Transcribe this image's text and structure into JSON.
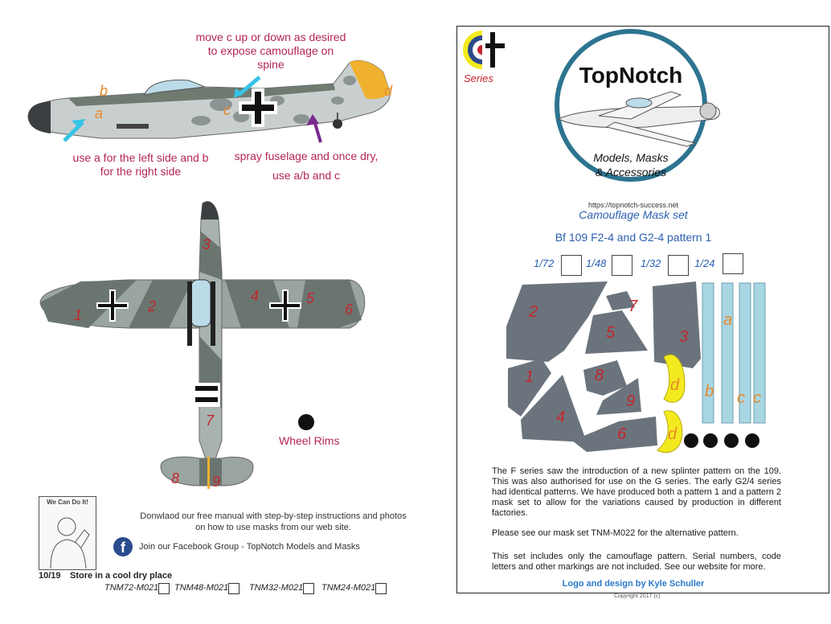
{
  "left": {
    "instructions": {
      "move_c": [
        "move c up or down as desired",
        "to expose camouflage on",
        "spine"
      ],
      "use_ab": [
        "use a for the left side and b",
        "for the right side"
      ],
      "spray": [
        "spray fuselage and once dry,",
        "use a/b and c"
      ]
    },
    "side_labels": {
      "a": "a",
      "b": "b",
      "c": "c",
      "d": "d"
    },
    "top_labels": [
      "1",
      "2",
      "3",
      "4",
      "5",
      "6",
      "7",
      "8",
      "9"
    ],
    "wheel_rims": "Wheel Rims",
    "poster_text": "We Can Do It!",
    "download_text": [
      "Donwlaod our free manual with step-by-step instructions and photos",
      "on how to use masks from our web site."
    ],
    "facebook_text": "Join our Facebook Group - TopNotch Models and Masks",
    "footer": {
      "date": "10/19",
      "store": "Store in a cool dry place"
    },
    "codes": [
      "TNM72-M021",
      "TNM48-M021",
      "TNM32-M021",
      "TNM24-M021"
    ]
  },
  "right": {
    "series": "Series",
    "logo": {
      "name": "TopNotch",
      "tag1": "Models, Masks",
      "tag2": "& Accessories"
    },
    "url": "https://topnotch-success.net",
    "subtitle": "Camouflage Mask set",
    "title": "Bf 109 F2-4 and G2-4 pattern 1",
    "scales": [
      "1/72",
      "1/48",
      "1/32",
      "1/24"
    ],
    "mask_labels": [
      "1",
      "2",
      "3",
      "4",
      "5",
      "6",
      "7",
      "8",
      "9"
    ],
    "strip_labels": {
      "a": "a",
      "b": "b",
      "c": "c"
    },
    "d_label": "d",
    "paragraphs": [
      "The F series saw the introduction of a new splinter pattern on the 109. This was also authorised for use on the G series. The early G2/4 series had identical patterns. We have produced both a pattern 1 and a pattern 2 mask set to allow for the variations caused by production in different factories.",
      "Please see our mask set TNM-M022 for the alternative pattern.",
      "This set includes only the camouflage pattern. Serial numbers, code letters and other markings are not included. See our website for more."
    ],
    "credit": "Logo and design by Kyle Schuller",
    "copyright": "Copyright 2017 (c)"
  },
  "colors": {
    "mask_grey": "#6b747c",
    "strip_blue": "#a9d6e3",
    "yellow": "#f2ea1e",
    "tail_orange": "#f0b22e",
    "logo_ring": "#2d7491",
    "magenta": "#b3245a",
    "label_orange": "#e8892b",
    "label_red": "#c4262e"
  }
}
